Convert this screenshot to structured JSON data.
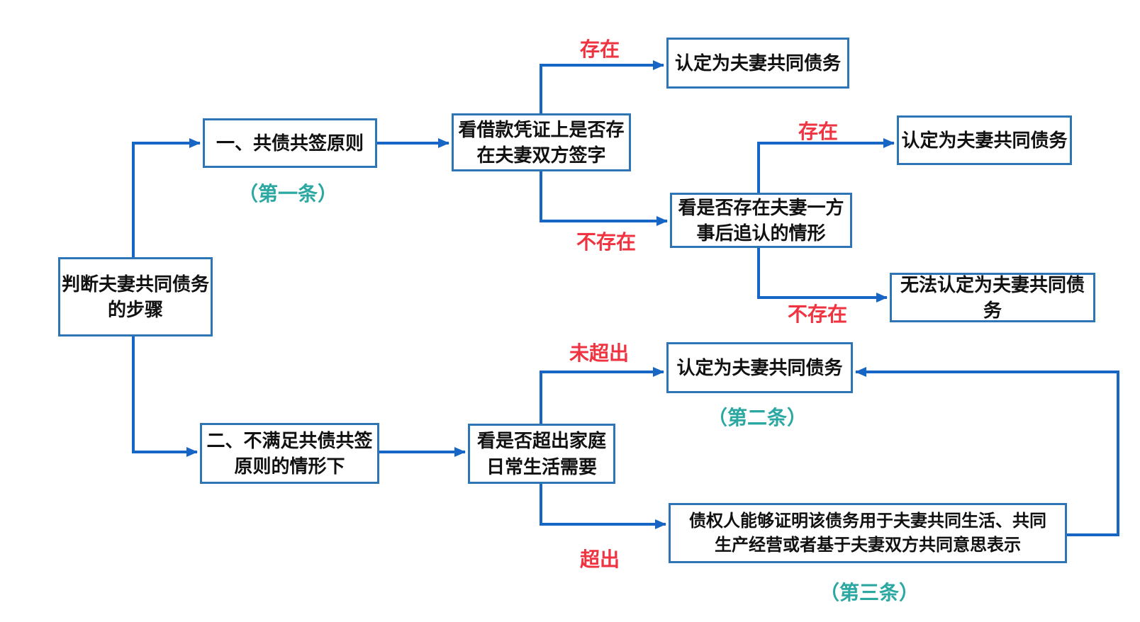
{
  "diagram": {
    "type": "flowchart",
    "topic": "判断夫妻共同债务的步骤",
    "nodes": {
      "start": {
        "label": "判断夫妻共同债务\n的步骤"
      },
      "principle1": {
        "label": "一、共债共签原则"
      },
      "check_signature": {
        "label": "看借款凭证上是否存\n在夫妻双方签字"
      },
      "joint_debt_1": {
        "label": "认定为夫妻共同债务"
      },
      "check_ratification": {
        "label": "看是否存在夫妻一方\n事后追认的情形"
      },
      "joint_debt_2": {
        "label": "认定为夫妻共同债务"
      },
      "not_joint_debt": {
        "label": "无法认定为夫妻共同债务"
      },
      "principle2": {
        "label": "二、不满足共债共签\n原则的情形下"
      },
      "check_daily_needs": {
        "label": "看是否超出家庭\n日常生活需要"
      },
      "joint_debt_3": {
        "label": "认定为夫妻共同债务"
      },
      "creditor_proof": {
        "label": "债权人能够证明该债务用于夫妻共同生活、共同\n生产经营或者基于夫妻双方共同意思表示"
      }
    },
    "edge_labels": {
      "exists_1": "存在",
      "not_exists_1": "不存在",
      "exists_2": "存在",
      "not_exists_2": "不存在",
      "not_exceeded": "未超出",
      "exceeded": "超出"
    },
    "article_refs": {
      "article1": "（第一条）",
      "article2": "（第二条）",
      "article3": "（第三条）"
    },
    "colors": {
      "box_border": "#2E75B6",
      "arrow": "#1766C5",
      "edge_label": "#EF3340",
      "article_ref": "#2BA8A2",
      "text": "#111111",
      "background": "#FFFFFF"
    }
  }
}
